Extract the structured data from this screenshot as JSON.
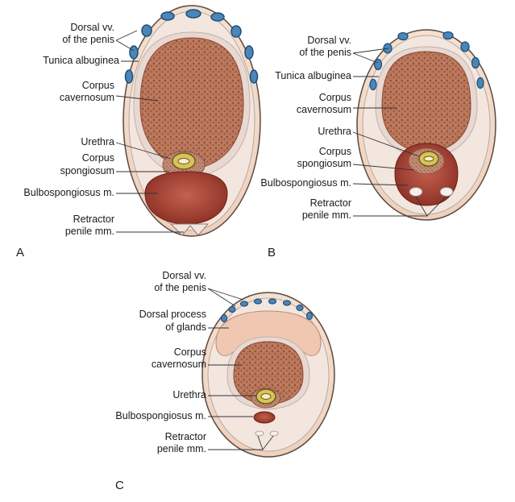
{
  "panels": {
    "A": {
      "letter": "A",
      "labels": {
        "dorsal_1": "Dorsal vv.",
        "dorsal_2": "of the penis",
        "tunica": "Tunica albuginea",
        "cc_1": "Corpus",
        "cc_2": "cavernosum",
        "urethra": "Urethra",
        "cs_1": "Corpus",
        "cs_2": "spongiosum",
        "bulbo": "Bulbospongiosus m.",
        "retr_1": "Retractor",
        "retr_2": "penile mm."
      }
    },
    "B": {
      "letter": "B",
      "labels": {
        "dorsal_1": "Dorsal vv.",
        "dorsal_2": "of the penis",
        "tunica": "Tunica albuginea",
        "cc_1": "Corpus",
        "cc_2": "cavernosum",
        "urethra": "Urethra",
        "cs_1": "Corpus",
        "cs_2": "spongiosum",
        "bulbo": "Bulbospongiosus m.",
        "retr_1": "Retractor",
        "retr_2": "penile mm."
      }
    },
    "C": {
      "letter": "C",
      "labels": {
        "dorsal_1": "Dorsal vv.",
        "dorsal_2": "of the penis",
        "dp_1": "Dorsal process",
        "dp_2": "of glands",
        "cc_1": "Corpus",
        "cc_2": "cavernosum",
        "urethra": "Urethra",
        "bulbo": "Bulbospongiosus m.",
        "retr_1": "Retractor",
        "retr_2": "penile mm."
      }
    }
  },
  "colors": {
    "outer_ring": "#f4dcc9",
    "outer_stroke": "#5a4a42",
    "tunica": "#e5d4cf",
    "cavernosum": "#b9765a",
    "cavernosum_dots": "#8a4a35",
    "spongiosum": "#c08a74",
    "muscle": "#9e3a2e",
    "urethra": "#d8c25a",
    "vein": "#4a86b8",
    "vein_rim": "#1f4f7a",
    "glans": "#f0c7b0"
  }
}
